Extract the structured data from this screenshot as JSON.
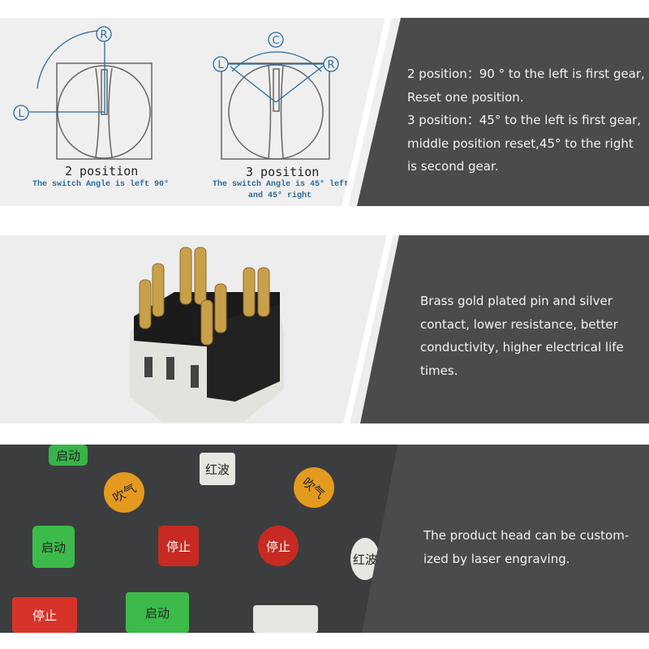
{
  "panel1": {
    "diagram_2pos": {
      "title": "2 position",
      "caption": "The switch Angle is left 90°",
      "labels": [
        "R",
        "L"
      ]
    },
    "diagram_3pos": {
      "title": "3 position",
      "caption_line1": "The switch Angle is 45°  left",
      "caption_line2": "and 45°  right",
      "labels": [
        "C",
        "L",
        "R"
      ]
    },
    "text": [
      "2 position：90 ° to the left is first gear,",
      "Reset one position.",
      "3 position：45° to the left is first gear,",
      "middle position reset,45° to the right",
      "is second gear."
    ]
  },
  "panel2": {
    "text": [
      "Brass gold plated pin and silver",
      "contact, lower resistance, better",
      "conductivity, higher electrical life",
      "times."
    ]
  },
  "panel3": {
    "button_labels": [
      "启动",
      "吹气",
      "红波",
      "吹气",
      "启动",
      "停止",
      "停止",
      "红波",
      "停止",
      "启动"
    ],
    "text": [
      "The product head  can be custom-",
      "ized by laser engraving."
    ]
  },
  "colors": {
    "dark_panel": "#4a4b4d",
    "diagram_blue": "#2a6aa0"
  }
}
